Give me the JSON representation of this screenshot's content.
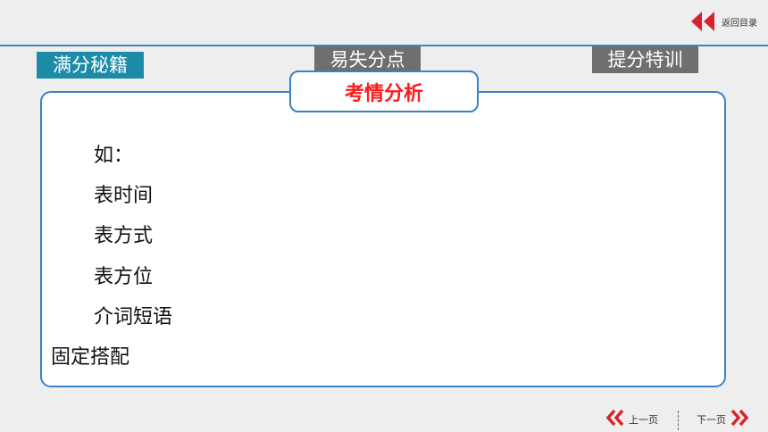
{
  "nav": {
    "back_label": "返回目录",
    "prev_label": "上一页",
    "next_label": "下一页"
  },
  "tabs": [
    {
      "label": "满分秘籍"
    },
    {
      "label": "易失分点"
    },
    {
      "label": "提分特训"
    }
  ],
  "panel": {
    "title": "考情分析",
    "lines": [
      "如：",
      "表时间",
      "表方式",
      "表方位",
      "介词短语",
      "固定搭配"
    ]
  },
  "colors": {
    "accent_blue": "#3b82c4",
    "active_tab": "#1d8ba8",
    "inactive_tab": "#6f6f6f",
    "title_red": "#ff1a1a",
    "icon_red": "#d9232a"
  }
}
